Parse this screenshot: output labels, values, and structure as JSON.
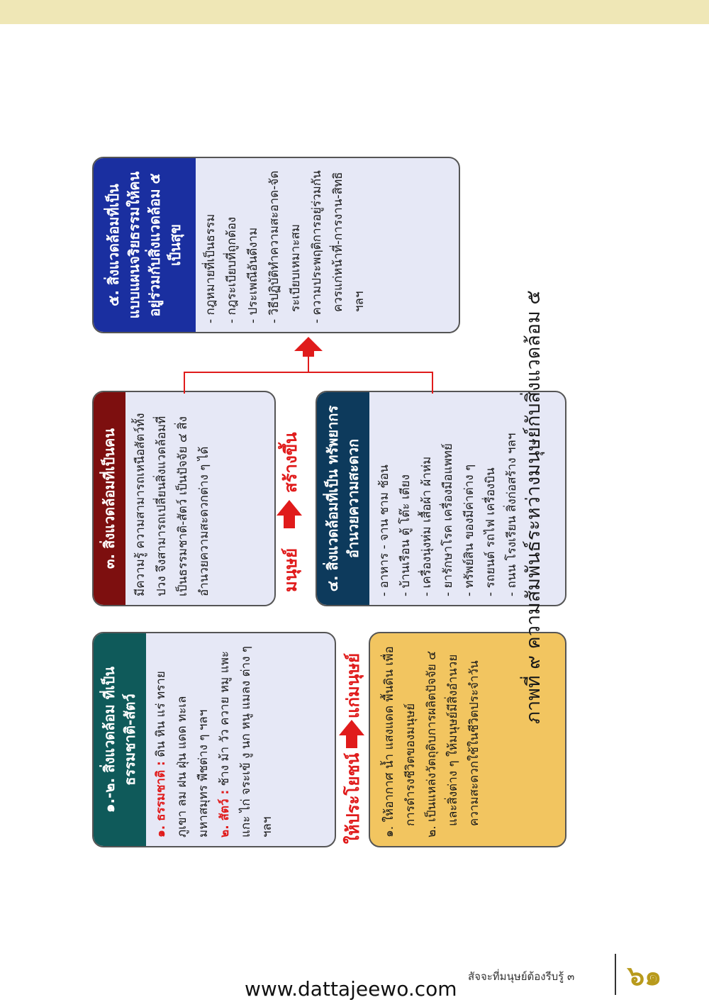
{
  "box12": {
    "title": "๑.-๒. สิ่งแวดล้อม ที่เป็นธรรมชาติ-สัตว์",
    "nature_label": "๑. ธรรมชาติ :",
    "nature_text": "ดิน หิน แร่ ทราย ภูเขา ลม ฝน ฝุ่น แดด ทะเล มหาสมุทร พืชต่าง ๆ ฯลฯ",
    "animal_label": "๒. สัตว์ :",
    "animal_text": "ช้าง ม้า วัว ควาย หมู แพะ แกะ ไก่ จระเข้ งู นก หนู แมลง ต่าง ๆ ฯลฯ"
  },
  "benefit_box": {
    "items": [
      "๑. ให้อากาศ น้ำ แสงแดด พื้นดิน เพื่อการดำรงชีวิตของมนุษย์",
      "๒. เป็นแหล่งวัตถุดิบการผลิตปัจจัย ๔ และสิ่งต่าง ๆ ให้มนุษย์มีสิ่งอำนวยความสะดวกใช้ในชีวิตประจำวัน"
    ]
  },
  "label_benefit": "ให้ประโยชน์",
  "label_to_human": "แก่มนุษย์",
  "box3": {
    "title": "๓. สิ่งแวดล้อมที่เป็นคน",
    "text": "มีความรู้ ความสามารถเหนือสัตว์ทั้งปวง จึงสามารถเปลี่ยนสิ่งแวดล้อมที่เป็นธรรมชาติ-สัตว์ เป็นปัจจัย ๔ สิ่งอำนวยความสะดวกต่าง ๆ ได้"
  },
  "label_human": "มนุษย์",
  "label_create": "สร้างขึ้น",
  "box4": {
    "title": "๔. สิ่งแวดล้อมที่เป็น ทรัพยากรอำนวยความสะดวก",
    "items": [
      "- อาหาร - จาน ชาม ช้อน",
      "- บ้านเรือน ตู้ โต๊ะ เตียง",
      "- เครื่องนุ่งห่ม เสื้อผ้า ผ้าห่ม",
      "- ยารักษาโรค เครื่องมือแพทย์",
      "- ทรัพย์สิน ของมีค่าต่าง ๆ",
      "- รถยนต์ รถไฟ เครื่องบิน",
      "- ถนน โรงเรียน สิ่งก่อสร้าง ฯลฯ"
    ]
  },
  "box5": {
    "title": "๕. สิ่งแวดล้อมที่เป็นแบบแผนจริยธรรมให้คนอยู่ร่วมกับสิ่งแวดล้อม ๕ เป็นสุข",
    "items": [
      "- กฎหมายที่เป็นธรรม",
      "- กฎระเบียบที่ถูกต้อง",
      "- ประเพณีอันดีงาม",
      "- วิธีปฏิบัติทำความสะอาด-จัดระเบียบเหมาะสม",
      "- ความประพฤติการอยู่ร่วมกัน ควรแก่หน้าที่-การงาน-สิทธิ ฯลฯ"
    ]
  },
  "caption": "ภาพที่ ๙ ความสัมพันธ์ระหว่างมนุษย์กับสิ่งแวดล้อม ๕",
  "footer": {
    "title": "สัจจะที่มนุษย์ต้องรีบรู้ ๓",
    "page": "๖๑",
    "url": "www.dattajeewo.com"
  },
  "colors": {
    "teal": "#0f5a5a",
    "maroon": "#7d0f0f",
    "navy": "#0d3a5c",
    "blue": "#1a2fa0",
    "benefit_bg": "#f2c560",
    "arrow_red": "#e01b1b"
  }
}
